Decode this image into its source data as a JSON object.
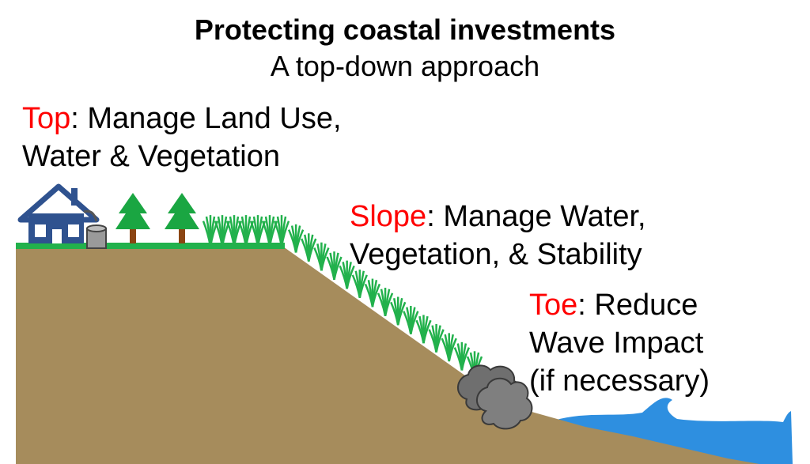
{
  "title": "Protecting coastal investments",
  "subtitle": "A top-down approach",
  "callouts": {
    "top": {
      "highlight": "Top",
      "rest": ": Manage Land Use,",
      "line2": "Water & Vegetation"
    },
    "slope": {
      "highlight": "Slope",
      "rest": ": Manage Water,",
      "line2": "Vegetation, & Stability"
    },
    "toe": {
      "highlight": "Toe",
      "rest": ": Reduce",
      "line2": "Wave Impact",
      "line3": "(if necessary)"
    }
  },
  "colors": {
    "soil": "#a68c5c",
    "grass": "#22b14c",
    "tree": "#1aa642",
    "trunk": "#8b4513",
    "house": "#2f528f",
    "water": "#2e8fe0",
    "rock": "#7f7f7f",
    "highlight": "#ff0000"
  },
  "icons": [
    "house-icon",
    "rain-barrel-icon",
    "pine-tree-icon",
    "grass-tuft-icon",
    "rock-icon",
    "wave-icon"
  ]
}
